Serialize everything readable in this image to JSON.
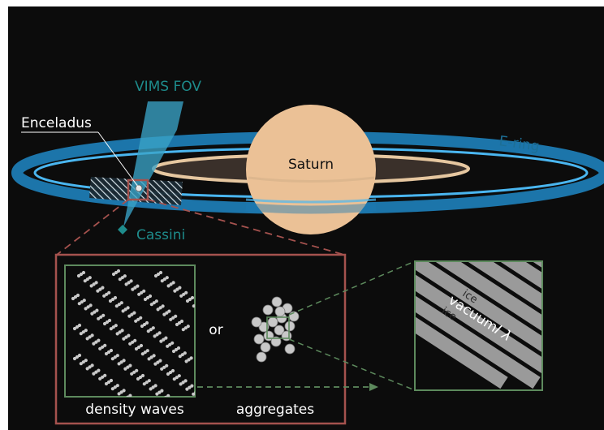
{
  "labels": {
    "vims_fov": "VIMS FOV",
    "enceladus": "Enceladus",
    "saturn": "Saturn",
    "e_ring": "E-ring",
    "cassini": "Cassini",
    "or": "or",
    "density_waves": "density waves",
    "aggregates": "aggregates",
    "ice_top": "ice",
    "vacuum": "vacuum",
    "symbol": "I λ",
    "ice_bottom": "ice"
  },
  "colors": {
    "background": "#0c0c0c",
    "e_ring": "#1d7bb3",
    "e_ring_inner": "#4ab6f0",
    "fov_beam": "#3aa3c6",
    "teal_text": "#1e8c8c",
    "saturn": "#ebc196",
    "saturn_ring": "#e6c7a0",
    "zoom_box": "#a5524e",
    "panel_border": "#5d8a5d",
    "particle": "#c8c8c8",
    "stripe": "#9a9a9a"
  }
}
